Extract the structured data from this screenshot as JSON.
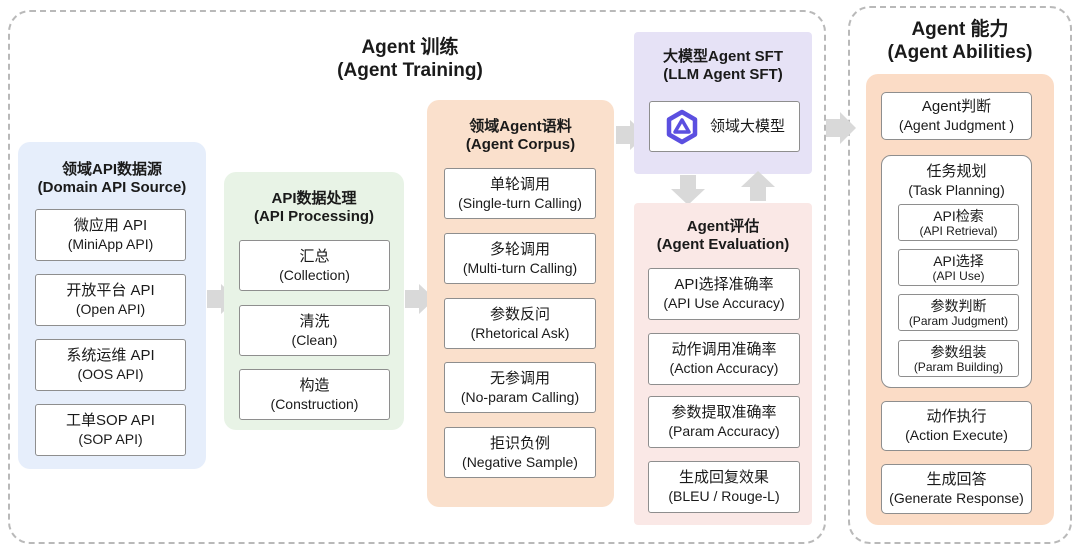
{
  "training": {
    "title": "Agent 训练",
    "subtitle": "(Agent Training)",
    "source": {
      "title": "领域API数据源",
      "subtitle": "(Domain API Source)",
      "items": [
        {
          "zh": "微应用 API",
          "en": "(MiniApp API)"
        },
        {
          "zh": "开放平台 API",
          "en": "(Open API)"
        },
        {
          "zh": "系统运维 API",
          "en": "(OOS API)"
        },
        {
          "zh": "工单SOP API",
          "en": "(SOP API)"
        }
      ]
    },
    "processing": {
      "title": "API数据处理",
      "subtitle": "(API Processing)",
      "items": [
        {
          "zh": "汇总",
          "en": "(Collection)"
        },
        {
          "zh": "清洗",
          "en": "(Clean)"
        },
        {
          "zh": "构造",
          "en": "(Construction)"
        }
      ]
    },
    "corpus": {
      "title": "领域Agent语料",
      "subtitle": "(Agent Corpus)",
      "items": [
        {
          "zh": "单轮调用",
          "en": "(Single-turn Calling)"
        },
        {
          "zh": "多轮调用",
          "en": "(Multi-turn Calling)"
        },
        {
          "zh": "参数反问",
          "en": "(Rhetorical Ask)"
        },
        {
          "zh": "无参调用",
          "en": "(No-param Calling)"
        },
        {
          "zh": "拒识负例",
          "en": "(Negative Sample)"
        }
      ]
    },
    "sft": {
      "title": "大模型Agent SFT",
      "subtitle": "(LLM Agent SFT)",
      "model_label": "领域大模型",
      "model_icon_color": "#5b4fe0"
    },
    "evaluation": {
      "title": "Agent评估",
      "subtitle": "(Agent Evaluation)",
      "items": [
        {
          "zh": "API选择准确率",
          "en": "(API Use Accuracy)"
        },
        {
          "zh": "动作调用准确率",
          "en": "(Action Accuracy)"
        },
        {
          "zh": "参数提取准确率",
          "en": "(Param Accuracy)"
        },
        {
          "zh": "生成回复效果",
          "en": "(BLEU / Rouge-L)"
        }
      ]
    }
  },
  "abilities": {
    "title": "Agent 能力",
    "subtitle": "(Agent Abilities)",
    "judgment": {
      "zh": "Agent判断",
      "en": "(Agent Judgment )"
    },
    "planning": {
      "zh": "任务规划",
      "en": "(Task Planning)",
      "items": [
        {
          "zh": "API检索",
          "en": "(API Retrieval)"
        },
        {
          "zh": "API选择",
          "en": "(API Use)"
        },
        {
          "zh": "参数判断",
          "en": "(Param Judgment)"
        },
        {
          "zh": "参数组装",
          "en": "(Param Building)"
        }
      ]
    },
    "execute": {
      "zh": "动作执行",
      "en": "(Action Execute)"
    },
    "response": {
      "zh": "生成回答",
      "en": "(Generate Response)"
    }
  },
  "colors": {
    "source_panel": "#e6eefb",
    "processing_panel": "#e8f3e6",
    "corpus_panel": "#fae0cc",
    "sft_panel": "#e6e2f6",
    "evaluation_panel": "#fae8e6",
    "abilities_panel": "#fbdcc6",
    "arrow": "#d9d9d9"
  }
}
